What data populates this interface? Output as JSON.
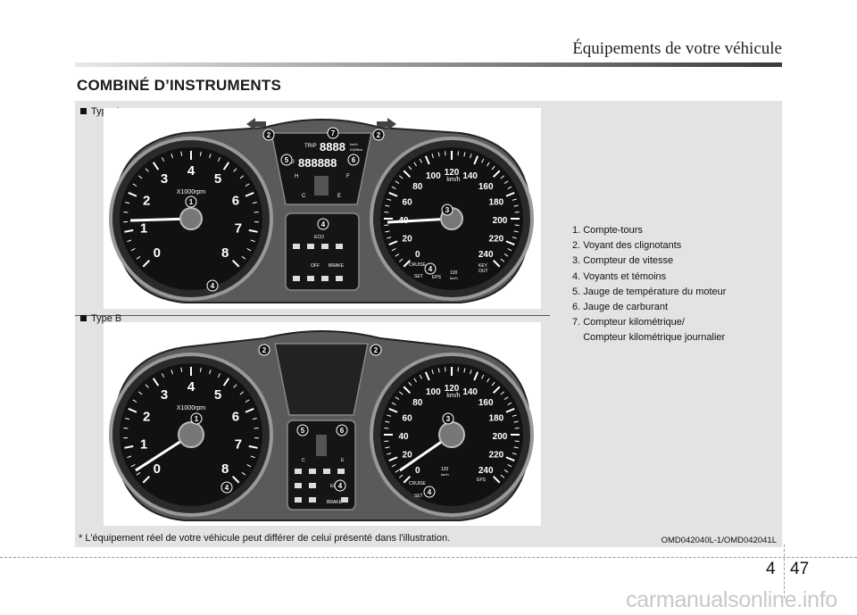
{
  "header": {
    "chapter_title": "Équipements de votre véhicule"
  },
  "section": {
    "title": "COMBINÉ D’INSTRUMENTS"
  },
  "figure": {
    "type_a_label": "Type A",
    "type_b_label": "Type B",
    "tach_numbers": [
      "0",
      "1",
      "2",
      "3",
      "4",
      "5",
      "6",
      "7",
      "8"
    ],
    "tach_unit": "X1000rpm",
    "speed_numbers": [
      "0",
      "20",
      "40",
      "60",
      "80",
      "100",
      "120",
      "140",
      "160",
      "180",
      "200",
      "220",
      "240"
    ],
    "speed_unit": "km/h",
    "odo_label": "ODO",
    "trip_label": "TRIP",
    "odo_digits": "888888",
    "trip_digits": "8888",
    "dist_unit": "km/h",
    "fuel_units": "l/100km",
    "temp_h": "H",
    "temp_c": "C",
    "fuel_f": "F",
    "fuel_e": "E",
    "eco_label": "ECO",
    "brake_label": "BRAKE",
    "off_label": "OFF",
    "cruise_label": "CRUISE",
    "set_label": "SET",
    "eps_label": "EPS",
    "speed_limit_value": "120",
    "speed_limit_unit": "km/h",
    "key_out_label_1": "KEY",
    "key_out_label_2": "OUT",
    "callouts_a": {
      "tach": "1",
      "turn_left": "2",
      "turn_right": "2",
      "speed": "3",
      "center_warn": "4",
      "tach_warn": "4",
      "speed_warn": "4",
      "temp": "5",
      "fuel": "6",
      "odo": "7"
    },
    "callouts_b": {
      "tach": "1",
      "turn_left": "2",
      "turn_right": "2",
      "speed": "3",
      "center_warn": "4",
      "tach_warn": "4",
      "speed_warn": "4",
      "temp": "5",
      "fuel": "6"
    },
    "legend": [
      "1. Compte-tours",
      "2. Voyant des clignotants",
      "3. Compteur de vitesse",
      "4. Voyants et témoins",
      "5. Jauge de température du moteur",
      "6. Jauge de carburant",
      "7. Compteur kilométrique/",
      "    Compteur kilométrique journalier"
    ],
    "footnote": "* L'équipement réel de votre véhicule peut différer de celui présenté dans l'illustration.",
    "code": "OMD042040L-1/OMD042041L"
  },
  "footer": {
    "chapter": "4",
    "page": "47",
    "watermark": "carmanualsonline.info"
  }
}
